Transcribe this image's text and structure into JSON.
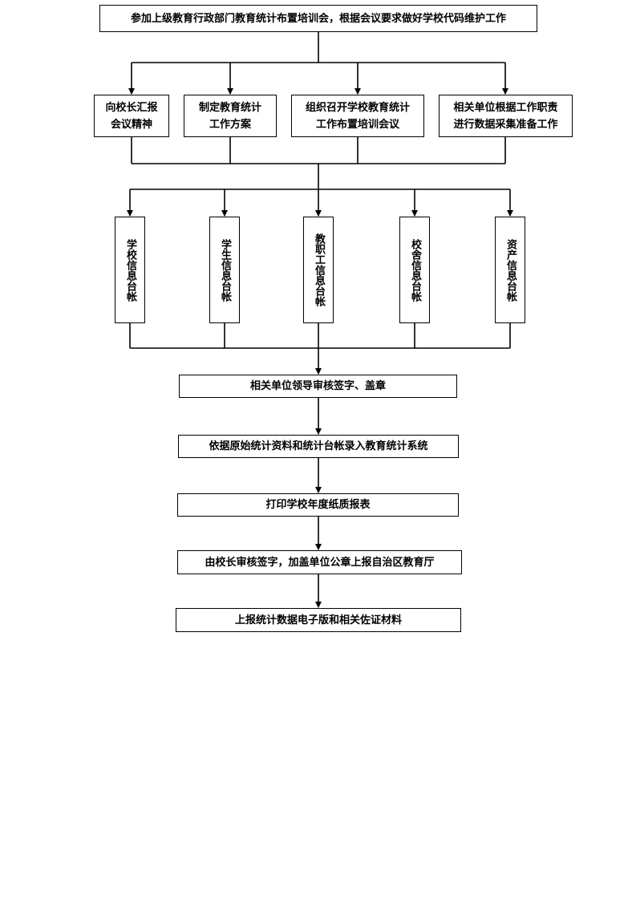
{
  "top_box": "参加上级教育行政部门教育统计布置培训会，根据会议要求做好学校代码维护工作",
  "step2_boxes": [
    {
      "line1": "向校长汇报",
      "line2": "会议精神"
    },
    {
      "line1": "制定教育统计",
      "line2": "工作方案"
    },
    {
      "line1": "组织召开学校教育统计",
      "line2": "工作布置培训会议"
    },
    {
      "line1": "相关单位根据工作职责",
      "line2": "进行数据采集准备工作"
    }
  ],
  "ledgers": [
    "学校信息台帐",
    "学生信息台帐",
    "教职工信息台帐",
    "校舍信息台帐",
    "资产信息台帐"
  ],
  "steps": [
    "相关单位领导审核签字、盖章",
    "依据原始统计资料和统计台帐录入教育统计系统",
    "打印学校年度纸质报表",
    "由校长审核签字，加盖单位公章上报自治区教育厅",
    "上报统计数据电子版和相关佐证材料"
  ]
}
